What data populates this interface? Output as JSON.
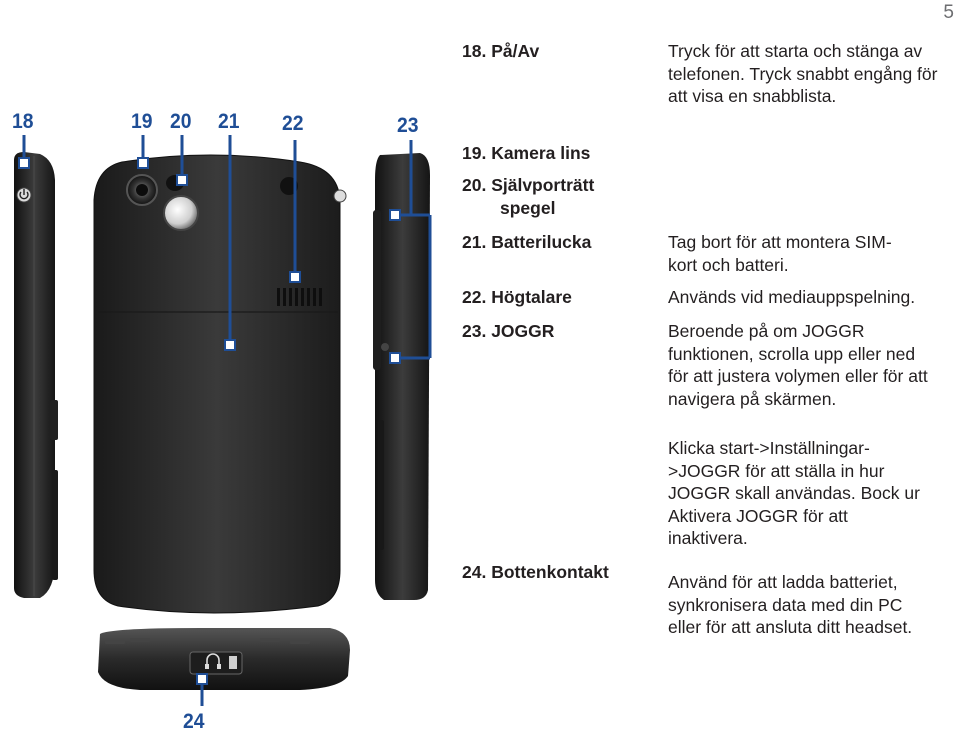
{
  "page_number": "5",
  "callouts": {
    "c18": "18",
    "c19": "19",
    "c20": "20",
    "c21": "21",
    "c22": "22",
    "c23": "23",
    "c24": "24"
  },
  "items": [
    {
      "name": "18. På/Av",
      "desc": "Tryck för att starta och stänga av telefonen. Tryck snabbt engång för att visa en snabblista."
    },
    {
      "name": "19. Kamera lins",
      "desc": ""
    },
    {
      "name": "20. Självporträtt",
      "name2": "spegel",
      "desc": ""
    },
    {
      "name": "21. Batterilucka",
      "desc": "Tag bort för att montera SIM-kort och batteri."
    },
    {
      "name": "22. Högtalare",
      "desc": "Används vid mediauppspelning."
    },
    {
      "name": "23. JOGGR",
      "desc": "Beroende på om JOGGR funktionen, scrolla upp eller ned för att justera volymen eller för att navigera på skärmen.",
      "desc2": "Klicka start->Inställningar->JOGGR för att ställa in hur JOGGR skall användas. Bock ur Aktivera JOGGR för att inaktivera."
    },
    {
      "name": "24. Bottenkontakt",
      "desc": "Använd för att ladda batteriet, synkronisera data med din PC eller för att ansluta ditt headset."
    }
  ],
  "icons": [
    "power-icon",
    "headset-jack-icon"
  ],
  "colors": {
    "callout": "#1f4e96",
    "phone_body": "#2b2b2b",
    "text": "#231f20"
  }
}
